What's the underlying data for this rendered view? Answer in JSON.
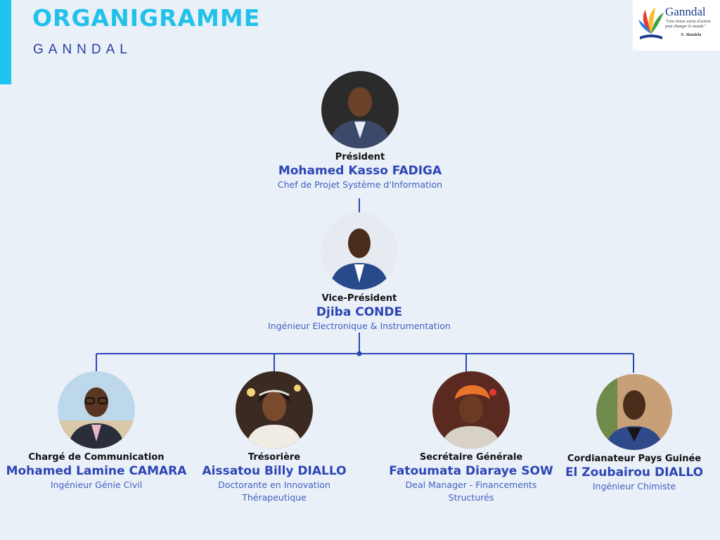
{
  "header": {
    "title": "ORGANIGRAMME",
    "subtitle": "GANNDAL"
  },
  "logo": {
    "name": "Ganndal",
    "quote": "\"Une vision suivie d'action peut changer le monde\"",
    "author": "N. Mandela"
  },
  "colors": {
    "accent": "#1ec6ef",
    "title": "#22c1ea",
    "subtitle": "#2a3da0",
    "name": "#2d45b5",
    "description": "#3f5fc0",
    "connector": "#2d45b5",
    "background": "#eaf0f8"
  },
  "people": {
    "president": {
      "role": "Président",
      "name": "Mohamed Kasso FADIGA",
      "description": "Chef de Projet Système d'Information",
      "photo": "portrait-photo"
    },
    "vice_president": {
      "role": "Vice-Président",
      "name": "Djiba CONDE",
      "description": "Ingénieur Electronique & Instrumentation",
      "photo": "portrait-photo"
    },
    "communication": {
      "role": "Chargé de Communication",
      "name": "Mohamed Lamine CAMARA",
      "description": "Ingénieur Génie Civil",
      "photo": "portrait-photo"
    },
    "treasurer": {
      "role": "Trésorière",
      "name": "Aissatou Billy DIALLO",
      "description": "Doctorante en Innovation Thérapeutique",
      "photo": "portrait-photo"
    },
    "secretary": {
      "role": "Secrétaire Générale",
      "name": "Fatoumata Diaraye SOW",
      "description": "Deal Manager - Financements Structurés",
      "photo": "portrait-photo"
    },
    "coordinator": {
      "role": "Cordianateur Pays Guinée",
      "name": "El Zoubairou DIALLO",
      "description": "Ingénieur Chimiste",
      "photo": "portrait-photo"
    }
  }
}
